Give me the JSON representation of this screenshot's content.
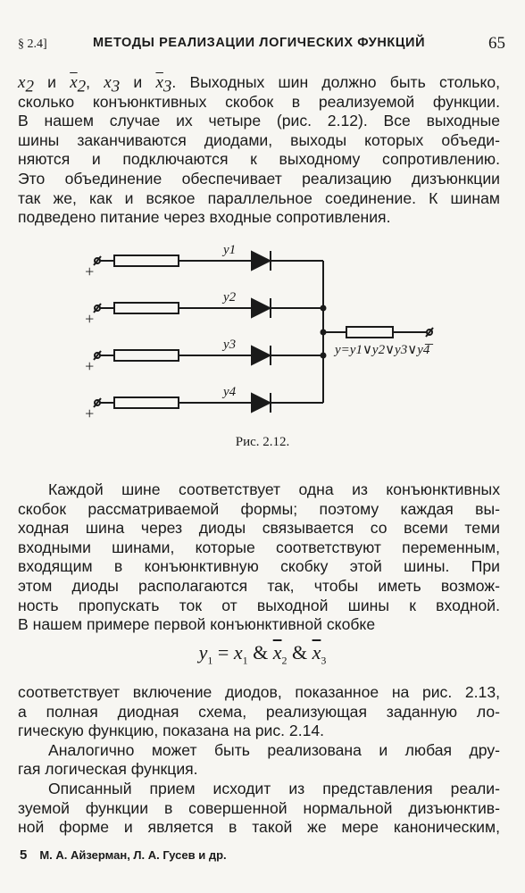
{
  "header": {
    "section": "§ 2.4]",
    "title": "МЕТОДЫ РЕАЛИЗАЦИИ ЛОГИЧЕСКИХ ФУНКЦИЙ",
    "page_number": "65"
  },
  "paragraph1": {
    "vars": {
      "x2": "x",
      "x2_sub": "2",
      "x2b": "x",
      "x2b_sub": "2",
      "x3": "x",
      "x3_sub": "3",
      "x3b": "x",
      "x3b_sub": "3"
    },
    "and": "и",
    "line1_rest": "Выходных шин должно быть столько,",
    "lines": [
      "сколько конъюнктивных скобок в реализуемой функции.",
      "В нашем случае их четыре (рис. 2.12). Все выходные",
      "шины заканчиваются диодами, выходы которых объеди-",
      "няются и подключаются к выходному сопротивлению.",
      "Это объединение обеспечивает реализацию дизъюнкции",
      "так же, как и всякое параллельное соединение. К шинам",
      "подведено питание через входные сопротивления."
    ]
  },
  "figure": {
    "labels": [
      "y1",
      "y2",
      "y3",
      "y4"
    ],
    "output_label": "y=y1∨y2∨y3∨y4",
    "plus": "+",
    "minus": "–",
    "caption": "Рис. 2.12."
  },
  "paragraph2": {
    "lines": [
      "Каждой шине соответствует одна из конъюнктивных",
      "скобок рассматриваемой формы; поэтому каждая вы-",
      "ходная шина через диоды связывается со всеми теми",
      "входными шинами, которые соответствуют переменным,",
      "входящим в конъюнктивную скобку этой шины. При",
      "этом диоды располагаются так, чтобы иметь возмож-",
      "ность пропускать ток от выходной шины к входной.",
      "В нашем примере первой конъюнктивной скобке"
    ]
  },
  "formula": {
    "lhs": "y",
    "lhs_sub": "1",
    "eq": " = ",
    "x": "x",
    "s1": "1",
    "s2": "2",
    "s3": "3",
    "amp": " & "
  },
  "paragraph3": {
    "lines": [
      "соответствует включение диодов, показанное на рис. 2.13,",
      "а полная диодная схема, реализующая заданную ло-",
      "гическую функцию, показана на рис. 2.14.",
      "Аналогично может быть реализована и любая дру-",
      "гая логическая функция.",
      "Описанный прием исходит из представления реали-",
      "зуемой функции в совершенной нормальной дизъюнктив-",
      "ной форме и является в такой же мере каноническим,"
    ]
  },
  "footer": {
    "signature": "5",
    "authors": "М. А. Айзерман, Л. А. Гусев и др."
  }
}
